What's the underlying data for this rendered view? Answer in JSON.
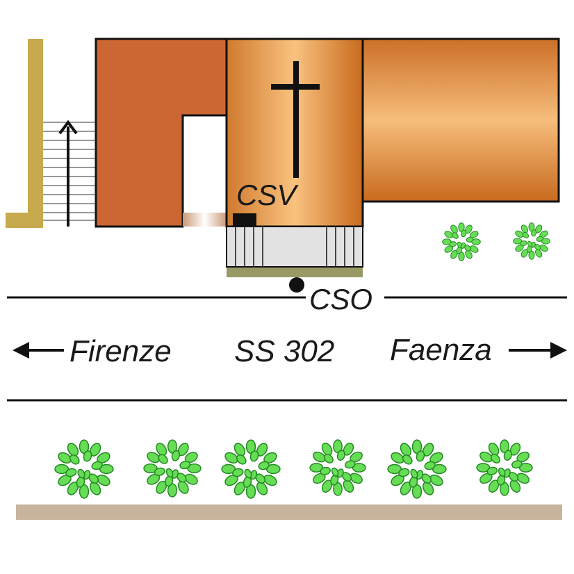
{
  "labels": {
    "csv": "CSV",
    "cso": "CSO",
    "road": "SS 302",
    "left_destination": "Firenze",
    "right_destination": "Faenza"
  },
  "colors": {
    "terracotta_building": "#cc6633",
    "church_orange": "#d07a2e",
    "church_highlight": "#f9c27f",
    "wall_ochre": "#c8aa4e",
    "sidewalk_tan": "#c8b49c",
    "step_base": "#999966",
    "platform_gray": "#e2e2e2",
    "tree_green": "#66dd55"
  },
  "icons": {
    "cross": "latin-cross-icon",
    "tree": "shrub-icon",
    "arrow_left": "arrow-left-icon",
    "arrow_right": "arrow-right-icon",
    "stair_arrow": "arrow-up-icon",
    "cso_marker": "point-marker-icon"
  }
}
